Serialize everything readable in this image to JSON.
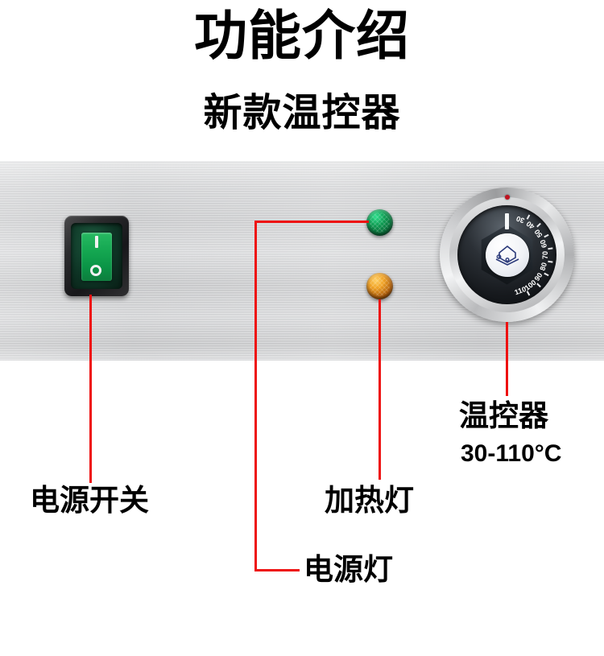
{
  "headings": {
    "main_title": "功能介绍",
    "sub_title": "新款温控器"
  },
  "panel": {
    "material": "brushed-stainless-steel",
    "components": {
      "power_switch": {
        "type": "illuminated-rocker-switch",
        "body_color": "#1a1a1c",
        "rocker_color": "#14a751",
        "mark_on": "I",
        "mark_off": "O"
      },
      "power_lamp": {
        "type": "indicator-lamp",
        "color": "#0e9c52",
        "color_name": "green"
      },
      "heat_lamp": {
        "type": "indicator-lamp",
        "color": "#f0a224",
        "color_name": "amber"
      },
      "thermostat_dial": {
        "type": "rotary-thermostat-knob",
        "scale_values": [
          "30",
          "40",
          "50",
          "60",
          "70",
          "80",
          "90",
          "100",
          "110"
        ],
        "unit": "°C",
        "pointer_position": "top",
        "marker_color": "#c1121f"
      }
    }
  },
  "callouts": [
    {
      "id": "power-switch",
      "label": "电源开关"
    },
    {
      "id": "heat-lamp",
      "label": "加热灯"
    },
    {
      "id": "power-lamp",
      "label": "电源灯"
    },
    {
      "id": "thermostat",
      "label": "温控器",
      "range": "30-110°C"
    }
  ],
  "colors": {
    "leader_line": "#ee1111",
    "text": "#000000",
    "background": "#ffffff"
  }
}
